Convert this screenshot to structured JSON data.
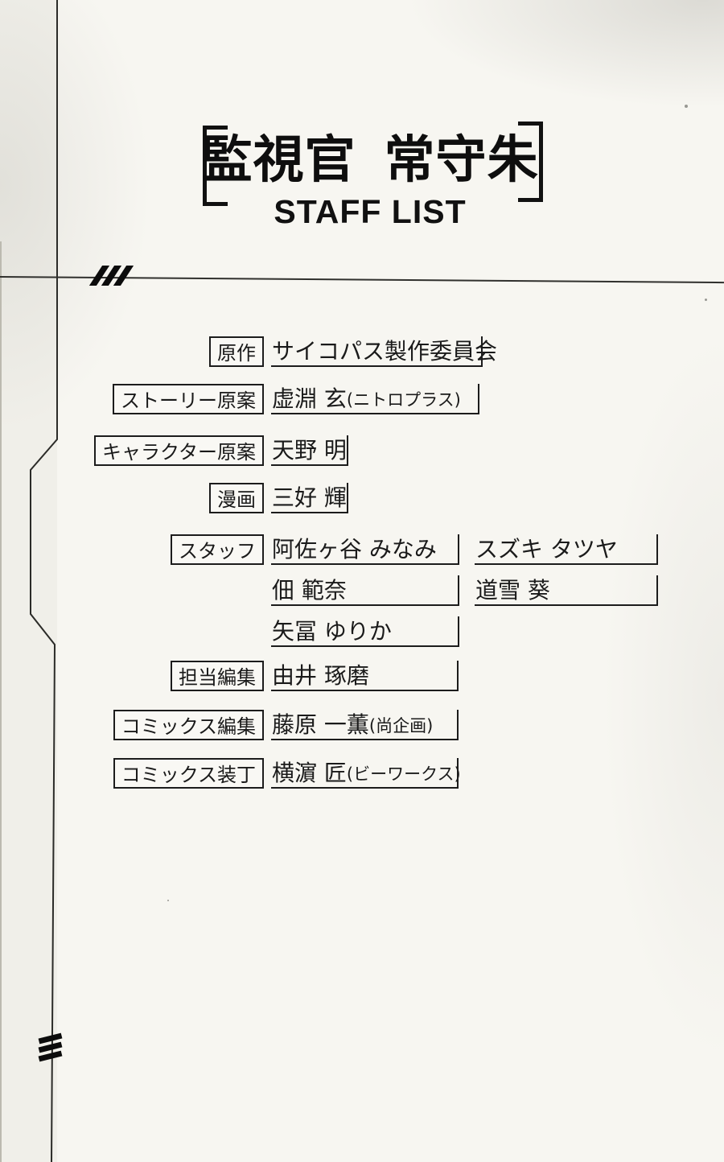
{
  "title": {
    "jp": "監視官 常守朱",
    "en": "STAFF LIST"
  },
  "credits": [
    {
      "label": "原作",
      "value": "サイコパス製作委員会",
      "note": ""
    },
    {
      "label": "ストーリー原案",
      "value": "虚淵 玄",
      "note": "(ニトロプラス)"
    },
    {
      "label": "キャラクター原案",
      "value": "天野 明",
      "note": ""
    },
    {
      "label": "漫画",
      "value": "三好 輝",
      "note": ""
    }
  ],
  "staff": {
    "label": "スタッフ",
    "col1": [
      "阿佐ヶ谷 みなみ",
      "佃 範奈",
      "矢冨 ゆりか"
    ],
    "col2": [
      "スズキ タツヤ",
      "道雪 葵"
    ]
  },
  "editors": [
    {
      "label": "担当編集",
      "value": "由井 琢磨",
      "note": ""
    },
    {
      "label": "コミックス編集",
      "value": "藤原 一薫",
      "note": "(尚企画)"
    },
    {
      "label": "コミックス装丁",
      "value": "横濵 匠",
      "note": "(ビーワークス)"
    }
  ],
  "colors": {
    "ink": "#1a1a1a",
    "paper": "#f7f6f1"
  }
}
